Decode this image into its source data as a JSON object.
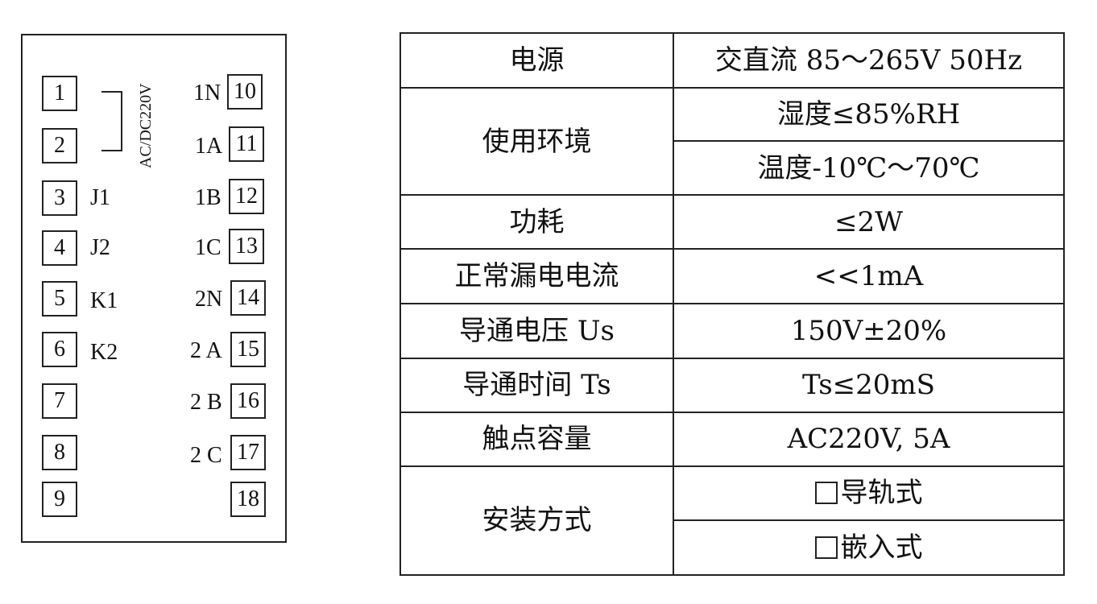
{
  "terminals_left": [
    {
      "num": "1",
      "label": ""
    },
    {
      "num": "2",
      "label": ""
    },
    {
      "num": "3",
      "label": "J1"
    },
    {
      "num": "4",
      "label": "J2"
    },
    {
      "num": "5",
      "label": "K1"
    },
    {
      "num": "6",
      "label": "K2"
    },
    {
      "num": "7",
      "label": ""
    },
    {
      "num": "8",
      "label": ""
    },
    {
      "num": "9",
      "label": ""
    }
  ],
  "terminals_right": [
    {
      "num": "10",
      "label": "1N"
    },
    {
      "num": "11",
      "label": "1A"
    },
    {
      "num": "12",
      "label": "1B"
    },
    {
      "num": "13",
      "label": "1C"
    },
    {
      "num": "14",
      "label": "2N"
    },
    {
      "num": "15",
      "label": "2 A"
    },
    {
      "num": "16",
      "label": "2 B"
    },
    {
      "num": "17",
      "label": "2 C"
    },
    {
      "num": "18",
      "label": ""
    }
  ],
  "power_label": "AC/DC220V",
  "spec_table": {
    "power": {
      "key": "电源",
      "value": "交直流 85～265V  50Hz"
    },
    "environment": {
      "key": "使用环境",
      "humidity": "湿度≤85%RH",
      "temperature": "温度-10℃～70℃"
    },
    "consumption": {
      "key": "功耗",
      "value": "≤2W"
    },
    "leakage": {
      "key": "正常漏电电流",
      "value": "<<1mA"
    },
    "conduction_voltage": {
      "key": "导通电压 Us",
      "value": "150V±20%"
    },
    "conduction_time": {
      "key": "导通时间 Ts",
      "value": "Ts≤20mS"
    },
    "contact_capacity": {
      "key": "触点容量",
      "value": "AC220V, 5A"
    },
    "mounting": {
      "key": "安装方式",
      "option1": "导轨式",
      "option2": "嵌入式"
    }
  }
}
